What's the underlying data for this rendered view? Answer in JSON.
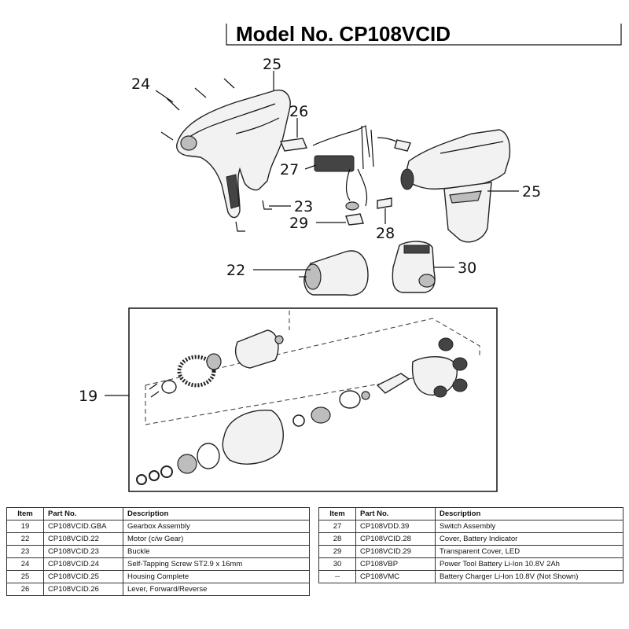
{
  "header": {
    "model_title": "Model No. CP108VCID"
  },
  "callouts": [
    "25",
    "24",
    "26",
    "27",
    "23",
    "29",
    "28",
    "25",
    "22",
    "30",
    "19"
  ],
  "table_headers": {
    "item": "Item",
    "part_no": "Part No.",
    "description": "Description"
  },
  "parts_left": [
    {
      "item": "19",
      "part_no": "CP108VCID.GBA",
      "description": "Gearbox Assembly"
    },
    {
      "item": "22",
      "part_no": "CP108VCID.22",
      "description": "Motor (c/w Gear)"
    },
    {
      "item": "23",
      "part_no": "CP108VCID.23",
      "description": "Buckle"
    },
    {
      "item": "24",
      "part_no": "CP108VCID.24",
      "description": "Self-Tapping Screw ST2.9 x 16mm"
    },
    {
      "item": "25",
      "part_no": "CP108VCID.25",
      "description": "Housing Complete"
    },
    {
      "item": "26",
      "part_no": "CP108VCID.26",
      "description": "Lever, Forward/Reverse"
    }
  ],
  "parts_right": [
    {
      "item": "27",
      "part_no": "CP108VDD.39",
      "description": "Switch Assembly"
    },
    {
      "item": "28",
      "part_no": "CP108VCID.28",
      "description": "Cover, Battery Indicator"
    },
    {
      "item": "29",
      "part_no": "CP108VCID.29",
      "description": "Transparent Cover, LED"
    },
    {
      "item": "30",
      "part_no": "CP108VBP",
      "description": "Power Tool Battery Li-Ion 10.8V 2Ah"
    },
    {
      "item": "--",
      "part_no": "CP108VMC",
      "description": "Battery Charger Li-Ion 10.8V (Not Shown)"
    }
  ]
}
